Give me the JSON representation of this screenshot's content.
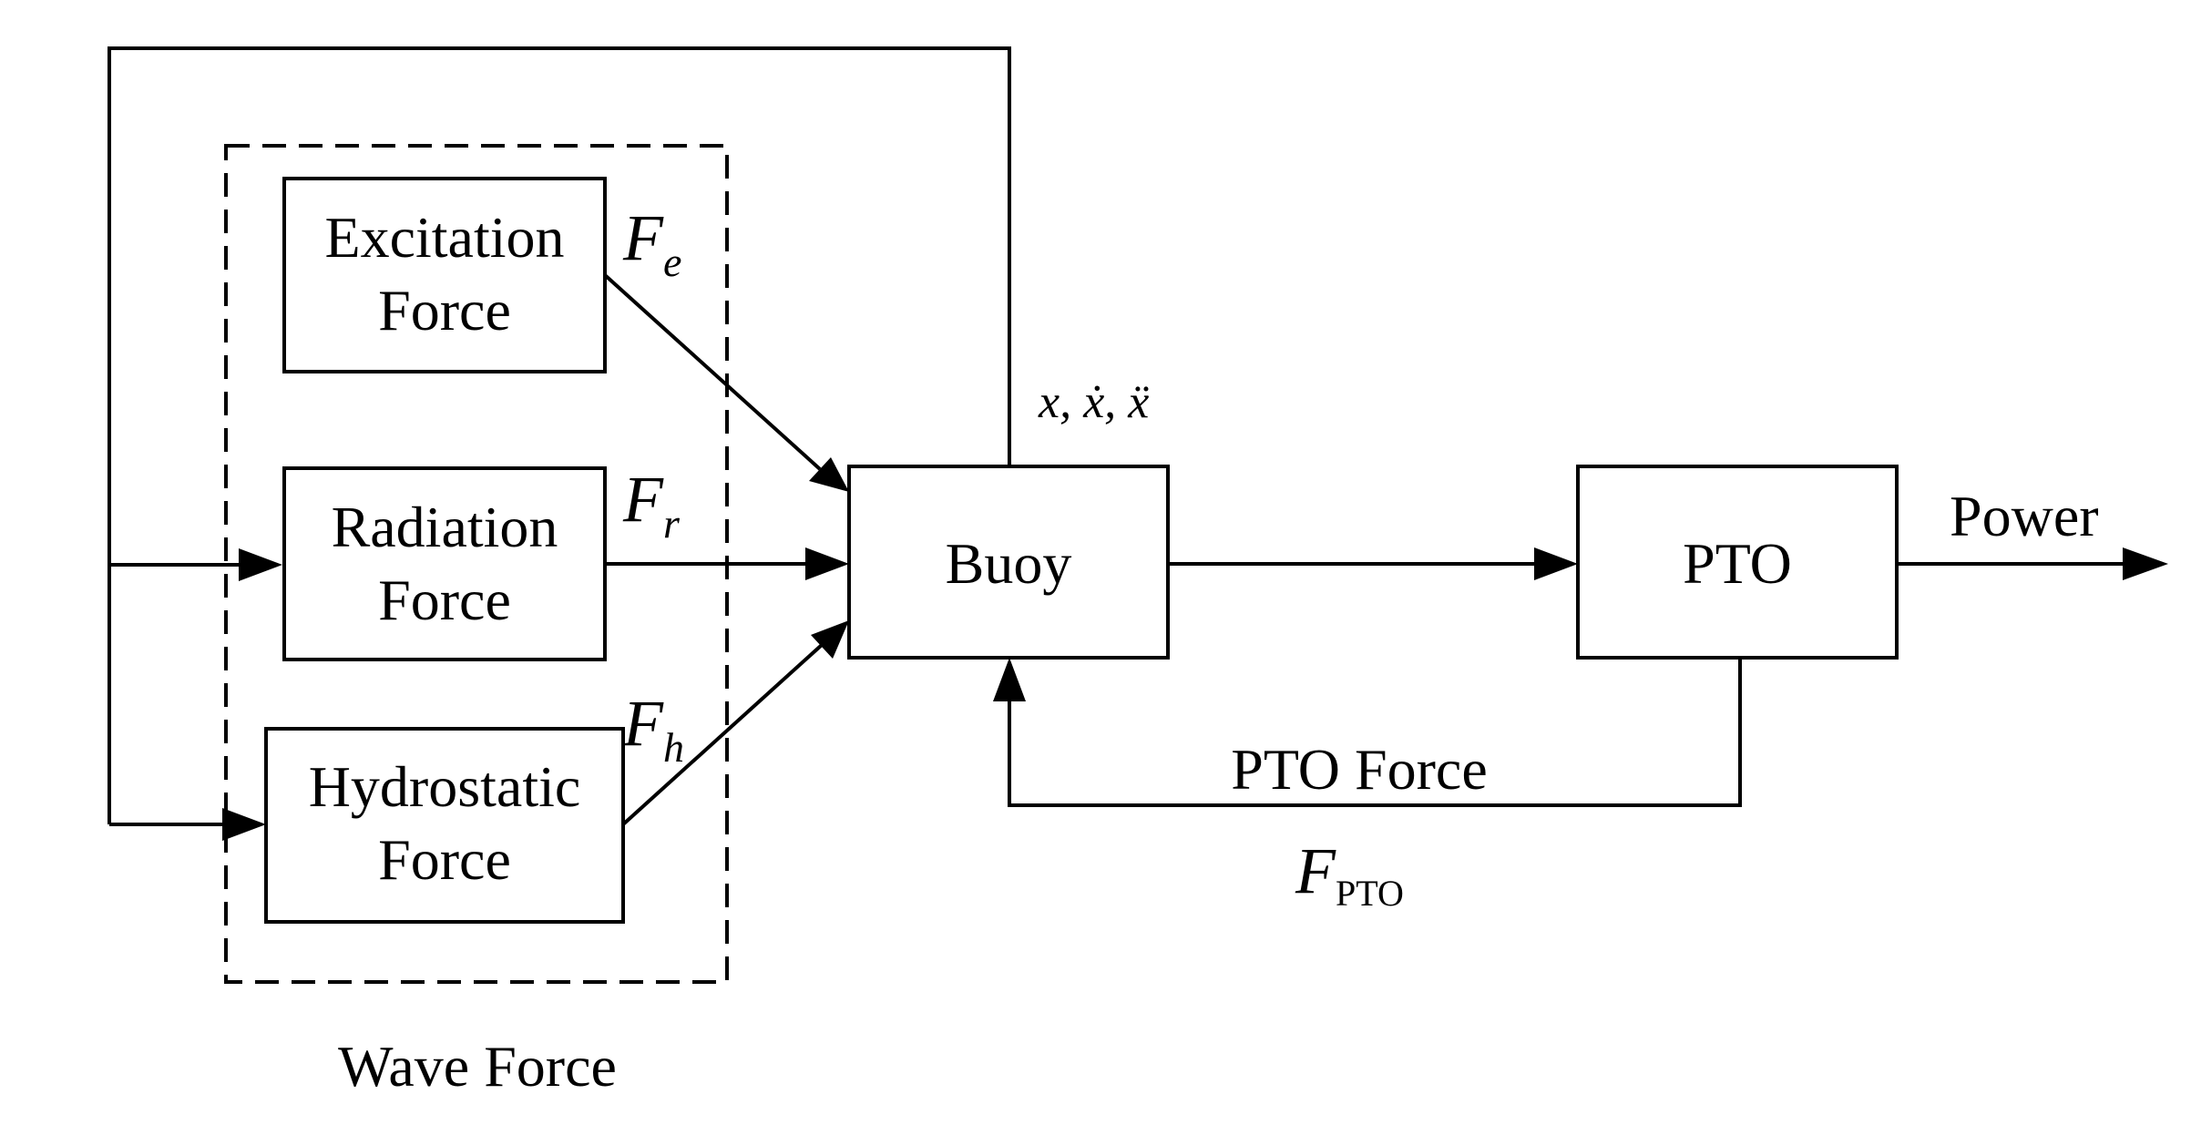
{
  "diagram": {
    "blocks": {
      "excitation": {
        "line1": "Excitation",
        "line2": "Force"
      },
      "radiation": {
        "line1": "Radiation",
        "line2": "Force"
      },
      "hydrostatic": {
        "line1": "Hydrostatic",
        "line2": "Force"
      },
      "buoy": {
        "label": "Buoy"
      },
      "pto": {
        "label": "PTO"
      }
    },
    "group_label": "Wave Force",
    "symbols": {
      "fe": {
        "base": "F",
        "sub": "e"
      },
      "fr": {
        "base": "F",
        "sub": "r"
      },
      "fh": {
        "base": "F",
        "sub": "h"
      },
      "fpto": {
        "base": "F",
        "sub": "PTO"
      }
    },
    "state_label": "x, ẋ, ẍ",
    "output_label": "Power",
    "feedback_label": "PTO Force",
    "colors": {
      "line": "#000000",
      "background": "#ffffff"
    }
  }
}
